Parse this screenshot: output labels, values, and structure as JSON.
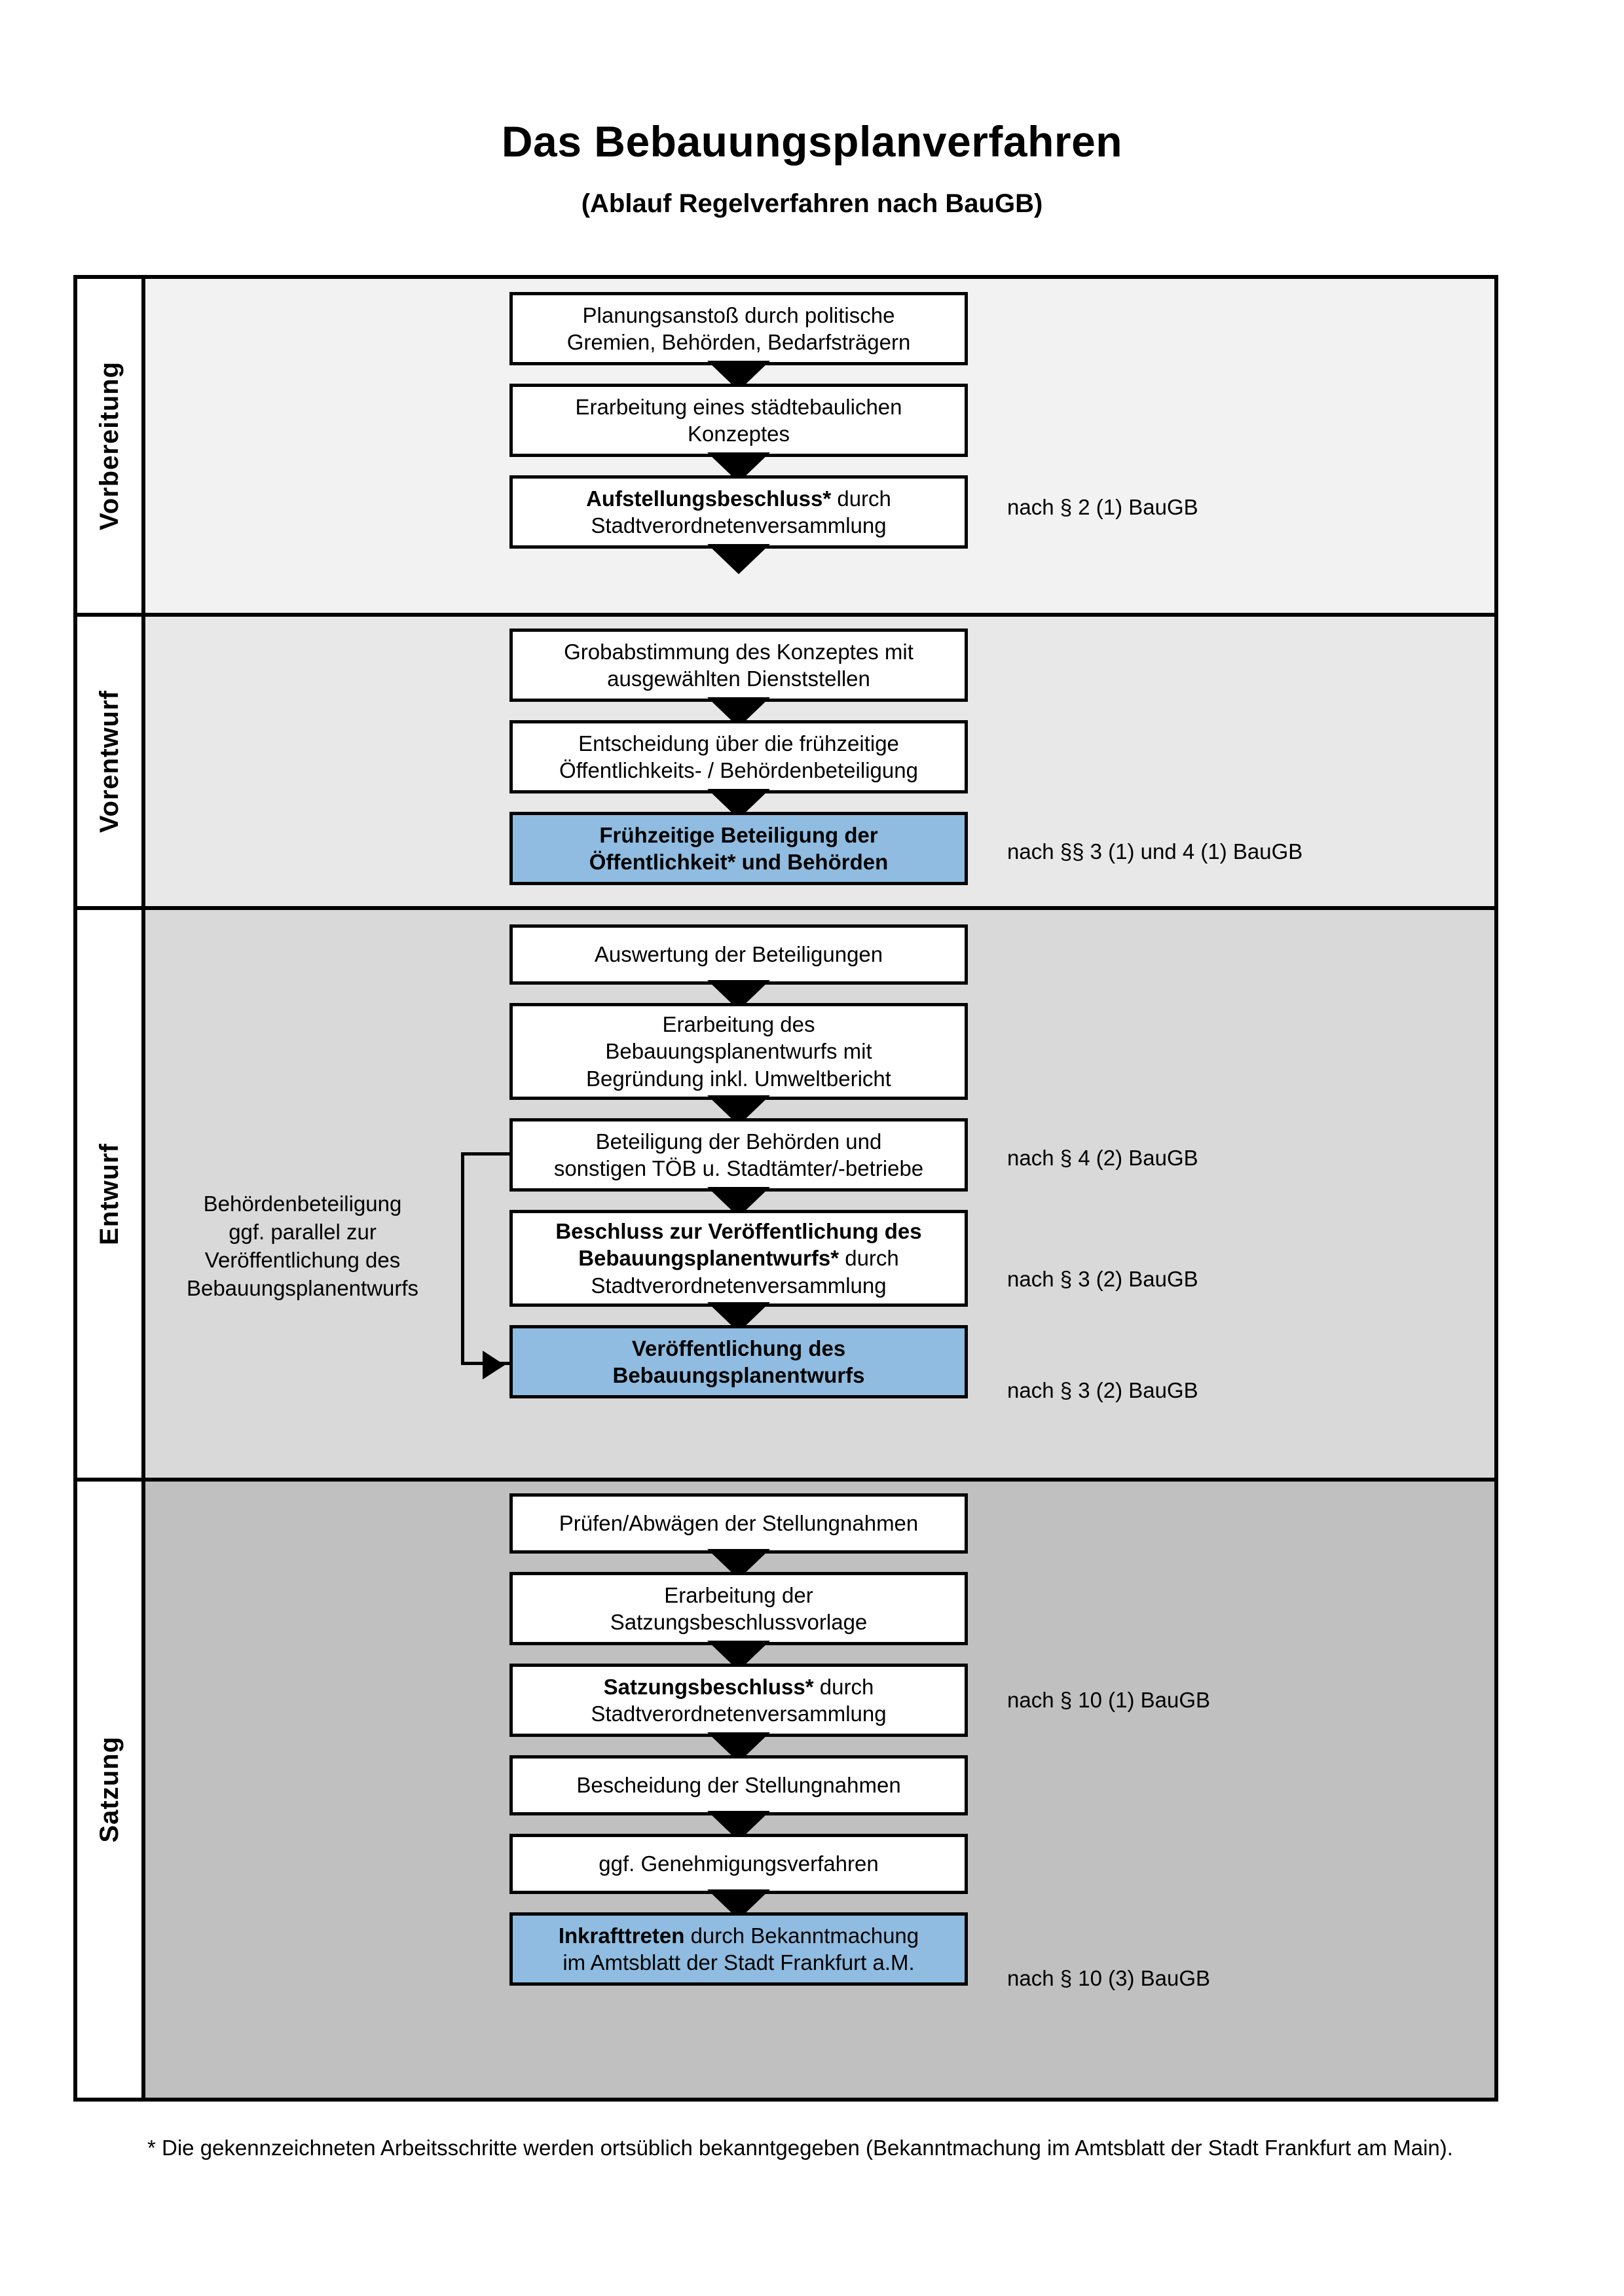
{
  "document": {
    "title": "Das Bebauungsplanverfahren",
    "subtitle": "(Ablauf Regelverfahren nach BauGB)",
    "footnote": "* Die gekennzeichneten Arbeitsschritte werden ortsüblich bekanntgegeben (Bekanntmachung im Amtsblatt  der Stadt Frankfurt am Main)."
  },
  "colors": {
    "highlight_blue": "#8fbce0",
    "band_1": "#f2f2f2",
    "band_2": "#e8e8e8",
    "band_3": "#d9d9d9",
    "band_4": "#c0c0c0",
    "outline": "#000000"
  },
  "phases": [
    {
      "label": "Vorbereitung"
    },
    {
      "label": "Vorentwurf"
    },
    {
      "label": "Entwurf"
    },
    {
      "label": "Satzung"
    }
  ],
  "steps": [
    {
      "id": "planungsanstoss",
      "phase": "Vorbereitung",
      "line1": "Planungsanstoß durch politische",
      "line2": "Gremien, Behörden, Bedarfsträgern",
      "bold_prefix": "",
      "highlight": false
    },
    {
      "id": "staedtebauliches-konzept",
      "phase": "Vorbereitung",
      "line1": "Erarbeitung eines städtebaulichen",
      "line2": "Konzeptes",
      "bold_prefix": "",
      "highlight": false
    },
    {
      "id": "aufstellungsbeschluss",
      "phase": "Vorbereitung",
      "bold_prefix": "Aufstellungsbeschluss*",
      "line1": " durch",
      "line2": "Stadtverordnetenversammlung",
      "highlight": false
    },
    {
      "id": "grobabstimmung",
      "phase": "Vorentwurf",
      "line1": "Grobabstimmung des Konzeptes mit",
      "line2": "ausgewählten Dienststellen",
      "bold_prefix": "",
      "highlight": false
    },
    {
      "id": "entscheidung-fruehzeitige-beteiligung",
      "phase": "Vorentwurf",
      "line1": "Entscheidung über die frühzeitige",
      "line2": "Öffentlichkeits- / Behördenbeteiligung",
      "bold_prefix": "",
      "highlight": false
    },
    {
      "id": "fruehzeitige-beteiligung",
      "phase": "Vorentwurf",
      "bold_line1": "Frühzeitige Beteiligung der",
      "bold_line2": "Öffentlichkeit* und Behörden",
      "highlight": true
    },
    {
      "id": "auswertung-beteiligungen",
      "phase": "Entwurf",
      "line1": "Auswertung der Beteiligungen",
      "line2": "",
      "bold_prefix": "",
      "highlight": false
    },
    {
      "id": "erarbeitung-bebauungsplanentwurf",
      "phase": "Entwurf",
      "line1": "Erarbeitung des",
      "line2": "Bebauungsplanentwurfs mit",
      "line3": "Begründung inkl. Umweltbericht",
      "bold_prefix": "",
      "highlight": false
    },
    {
      "id": "beteiligung-behoerden-toeb",
      "phase": "Entwurf",
      "line1": "Beteiligung der Behörden und",
      "line2": "sonstigen TÖB u. Stadtämter/-betriebe",
      "bold_prefix": "",
      "highlight": false
    },
    {
      "id": "beschluss-veroeffentlichung",
      "phase": "Entwurf",
      "bold_line1": "Beschluss zur Veröffentlichung des",
      "bold_prefix": "Bebauungsplanentwurfs*",
      "line2": " durch",
      "line3": "Stadtverordnetenversammlung",
      "highlight": false
    },
    {
      "id": "veroeffentlichung-entwurf",
      "phase": "Entwurf",
      "bold_line1": "Veröffentlichung des",
      "bold_line2": "Bebauungsplanentwurfs",
      "highlight": true
    },
    {
      "id": "pruefen-abwaegen",
      "phase": "Satzung",
      "line1": "Prüfen/Abwägen der Stellungnahmen",
      "line2": "",
      "bold_prefix": "",
      "highlight": false
    },
    {
      "id": "erarbeitung-satzungsbeschlussvorlage",
      "phase": "Satzung",
      "line1": "Erarbeitung der",
      "line2": "Satzungsbeschlussvorlage",
      "bold_prefix": "",
      "highlight": false
    },
    {
      "id": "satzungsbeschluss",
      "phase": "Satzung",
      "bold_prefix": "Satzungsbeschluss*",
      "line1": " durch",
      "line2": "Stadtverordnetenversammlung",
      "highlight": false
    },
    {
      "id": "bescheidung-stellungnahmen",
      "phase": "Satzung",
      "line1": "Bescheidung der Stellungnahmen",
      "line2": "",
      "bold_prefix": "",
      "highlight": false
    },
    {
      "id": "genehmigungsverfahren",
      "phase": "Satzung",
      "line1": "ggf. Genehmigungsverfahren",
      "line2": "",
      "bold_prefix": "",
      "highlight": false
    },
    {
      "id": "inkrafttreten",
      "phase": "Satzung",
      "bold_prefix": "Inkrafttreten",
      "line1": " durch Bekanntmachung",
      "line2": "im Amtsblatt der Stadt Frankfurt a.M.",
      "highlight": true
    }
  ],
  "legal_references": [
    {
      "id": "ref-aufstellungsbeschluss",
      "text": "nach § 2 (1) BauGB"
    },
    {
      "id": "ref-fruehzeitige-beteiligung",
      "text": "nach §§ 3 (1) und 4 (1) BauGB"
    },
    {
      "id": "ref-behoerdenbeteiligung",
      "text": "nach § 4 (2) BauGB"
    },
    {
      "id": "ref-beschluss-veroeffentlichung",
      "text": "nach § 3 (2) BauGB"
    },
    {
      "id": "ref-veroeffentlichung",
      "text": "nach § 3 (2) BauGB"
    },
    {
      "id": "ref-satzungsbeschluss",
      "text": "nach § 10 (1) BauGB"
    },
    {
      "id": "ref-inkrafttreten",
      "text": "nach § 10 (3) BauGB"
    }
  ],
  "annotations": {
    "parallel_note_line1": "Behördenbeteiligung",
    "parallel_note_line2": "ggf. parallel zur",
    "parallel_note_line3": "Veröffentlichung des",
    "parallel_note_line4": "Bebauungsplanentwurfs"
  }
}
